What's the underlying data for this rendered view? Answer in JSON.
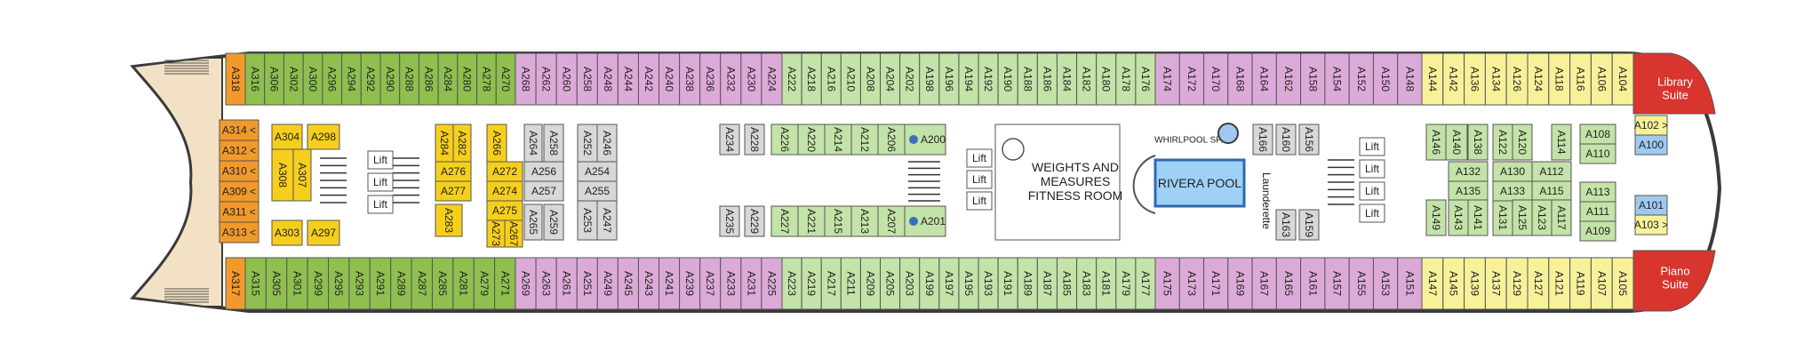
{
  "colors": {
    "green": "#8fbf4f",
    "pink": "#dcaad8",
    "light_green": "#c4e3a8",
    "yellow": "#f7f19a",
    "orange": "#f19a2b",
    "gold": "#f6cf1c",
    "red": "#d8352f",
    "grey": "#d8d8d8",
    "blue": "#9fc9f0",
    "teak": "#f2e1c4",
    "hull": "#3a3a3a"
  },
  "top_row": {
    "orange": [
      "A318"
    ],
    "green": [
      "A316",
      "A306",
      "A302",
      "A300",
      "A296",
      "A294",
      "A292",
      "A290",
      "A288",
      "A286",
      "A284",
      "A280",
      "A278",
      "A270"
    ],
    "pink": [
      "A268",
      "A262",
      "A260",
      "A258",
      "A248",
      "A244",
      "A242",
      "A240",
      "A238",
      "A236",
      "A232",
      "A230",
      "A224"
    ],
    "light_green": [
      "A222",
      "A218",
      "A216",
      "A210",
      "A208",
      "A204",
      "A202",
      "A198",
      "A196",
      "A194",
      "A192",
      "A190",
      "A188",
      "A186",
      "A184",
      "A182",
      "A180",
      "A178",
      "A176"
    ],
    "pink2": [
      "A174",
      "A172",
      "A170",
      "A168",
      "A164",
      "A162",
      "A158",
      "A154",
      "A152",
      "A150",
      "A148"
    ],
    "yellow": [
      "A144",
      "A142",
      "A136",
      "A134",
      "A126",
      "A124",
      "A118",
      "A116",
      "A106",
      "A104"
    ]
  },
  "bottom_row": {
    "orange": [
      "A317"
    ],
    "green": [
      "A315",
      "A305",
      "A301",
      "A299",
      "A295",
      "A293",
      "A291",
      "A289",
      "A287",
      "A285",
      "A281",
      "A279",
      "A271"
    ],
    "pink": [
      "A269",
      "A263",
      "A261",
      "A251",
      "A249",
      "A245",
      "A243",
      "A241",
      "A239",
      "A237",
      "A233",
      "A231",
      "A225"
    ],
    "light_green": [
      "A223",
      "A219",
      "A217",
      "A211",
      "A209",
      "A205",
      "A203",
      "A199",
      "A197",
      "A195",
      "A193",
      "A191",
      "A189",
      "A187",
      "A185",
      "A183",
      "A181",
      "A179",
      "A177"
    ],
    "pink2": [
      "A175",
      "A173",
      "A171",
      "A169",
      "A167",
      "A165",
      "A161",
      "A157",
      "A155",
      "A153",
      "A151"
    ],
    "yellow": [
      "A147",
      "A145",
      "A139",
      "A137",
      "A129",
      "A127",
      "A121",
      "A119",
      "A107",
      "A105"
    ]
  },
  "aft_orange": [
    "A314 <",
    "A312 <",
    "A310 <",
    "A309 <",
    "A311 <",
    "A313 <"
  ],
  "aft_inner_left": [
    "A304",
    "A308",
    "A307",
    "A303"
  ],
  "aft_inner_right": [
    "A298",
    "A297"
  ],
  "lift_label": "Lift",
  "block_272": {
    "gold_left": [
      "A284",
      "A282",
      "A276",
      "A277",
      "A283"
    ],
    "gold_right": [
      "A266",
      "A272",
      "A274",
      "A275",
      "A273",
      "A267"
    ],
    "grey_a": [
      "A264",
      "A256",
      "A257",
      "A265"
    ],
    "grey_b": [
      "A258",
      "A252",
      "A254",
      "A255",
      "A253",
      "A259"
    ],
    "grey_c": [
      "A246",
      "A247"
    ]
  },
  "mid_grey": [
    "A234",
    "A228",
    "A235",
    "A229"
  ],
  "mid_lgreen_top": [
    "A226",
    "A220",
    "A214",
    "A212",
    "A206"
  ],
  "mid_lgreen_bottom": [
    "A227",
    "A221",
    "A215",
    "A213",
    "A207"
  ],
  "acc_cabins": [
    "A200",
    "A201"
  ],
  "fitness": [
    "WEIGHTS AND",
    "MEASURES",
    "FITNESS ROOM"
  ],
  "whirlpool": "WHIRLPOOL SPA",
  "pool": "RIVERA POOL",
  "launderette": "Launderette",
  "fwd_grey": [
    "A166",
    "A160",
    "A156",
    "A163",
    "A159"
  ],
  "fwd_lgreen": {
    "col1": [
      "A146",
      "A149"
    ],
    "col2": [
      "A140",
      "A132",
      "A135",
      "A143"
    ],
    "col3": [
      "A138",
      "A141"
    ],
    "col4": [
      "A122",
      "A131"
    ],
    "col5": [
      "A120",
      "A130",
      "A133",
      "A125"
    ],
    "col6": [
      "A112",
      "A115",
      "A123"
    ],
    "col7": [
      "A114",
      "A117"
    ],
    "right": [
      "A108",
      "A110",
      "A113",
      "A111",
      "A109"
    ]
  },
  "bow_cabins": [
    "A102 >",
    "A100",
    "A101",
    "A103 >"
  ],
  "library_suite": [
    "Library",
    "Suite"
  ],
  "piano_suite": [
    "Piano",
    "Suite"
  ]
}
